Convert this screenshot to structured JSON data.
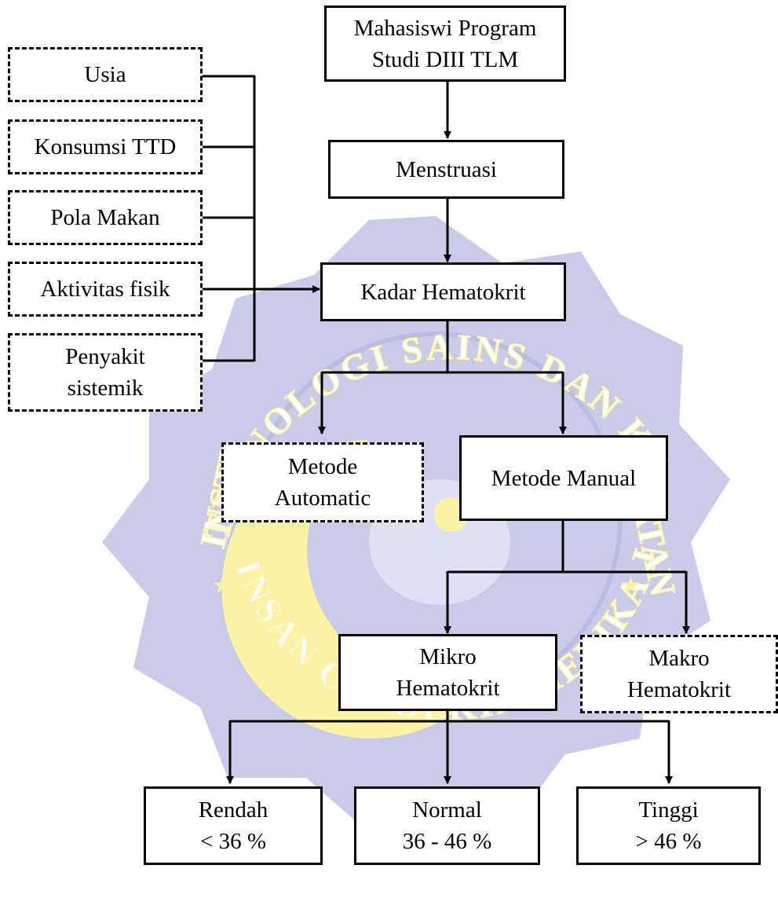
{
  "watermark": {
    "arc_top": "TEKNOLOGI SAINS DAN KES",
    "arc_left": "INSTI",
    "arc_right": "ATAN",
    "arc_bottom": "INSAN CENDEKIA MEDIKA JOMBANG",
    "colors": {
      "seal": "#c9cbe9",
      "accent": "#fdf2a6",
      "ring": "#b9bce3"
    }
  },
  "nodes": {
    "mahasiswi": {
      "line1": "Mahasiswi Program",
      "line2": "Studi DIII TLM",
      "style": "solid"
    },
    "menstruasi": {
      "line1": "Menstruasi",
      "style": "solid"
    },
    "kadar": {
      "line1": "Kadar Hematokrit",
      "style": "solid"
    },
    "usia": {
      "line1": "Usia",
      "style": "dashed"
    },
    "konsumsi": {
      "line1": "Konsumsi TTD",
      "style": "dashed"
    },
    "pola": {
      "line1": "Pola Makan",
      "style": "dashed"
    },
    "aktivitas": {
      "line1": "Aktivitas fisik",
      "style": "dashed"
    },
    "penyakit": {
      "line1": "Penyakit",
      "line2": "sistemik",
      "style": "dashed"
    },
    "automatic": {
      "line1": "Metode",
      "line2": "Automatic",
      "style": "dashed"
    },
    "manual": {
      "line1": "Metode Manual",
      "style": "solid"
    },
    "mikro": {
      "line1": "Mikro",
      "line2": "Hematokrit",
      "style": "solid"
    },
    "makro": {
      "line1": "Makro",
      "line2": "Hematokrit",
      "style": "dashed"
    },
    "rendah": {
      "line1": "Rendah",
      "line2": "< 36 %",
      "style": "solid"
    },
    "normal": {
      "line1": "Normal",
      "line2": "36 - 46 %",
      "style": "solid"
    },
    "tinggi": {
      "line1": "Tinggi",
      "line2": "> 46 %",
      "style": "solid"
    }
  }
}
